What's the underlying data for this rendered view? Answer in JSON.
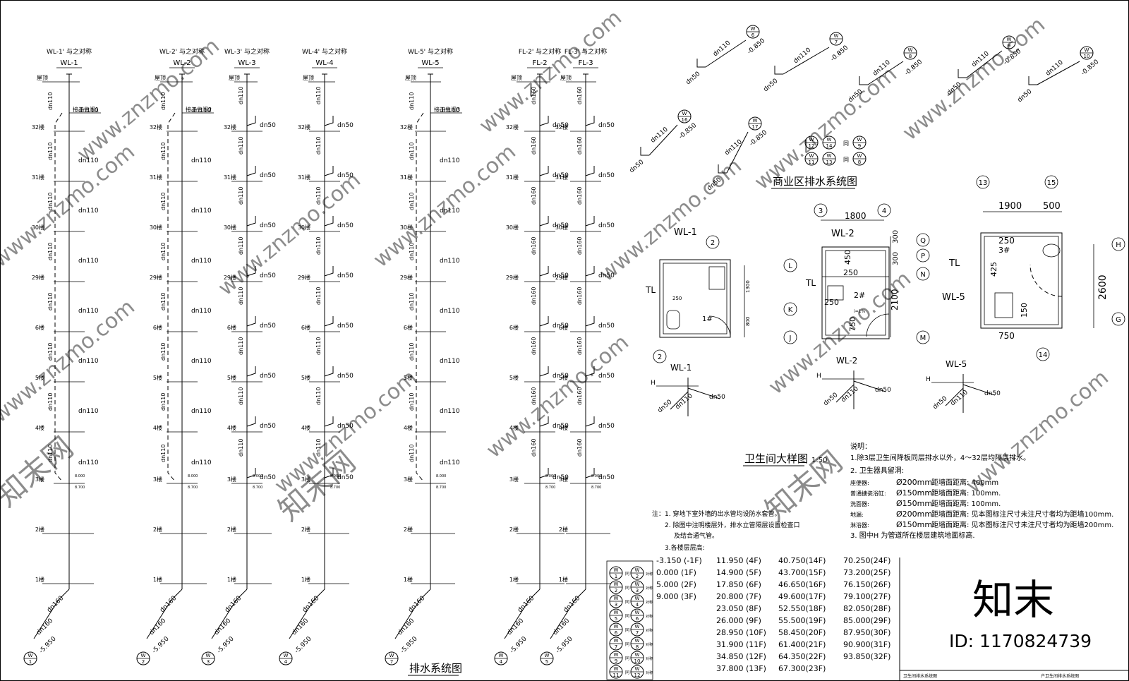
{
  "risers": [
    {
      "top": "WL-1' 与之对称",
      "name": "WL-1",
      "branch": "接卫生间1",
      "pipe": "dn110",
      "wlabel": "W",
      "wnum": "1"
    },
    {
      "top": "WL-2' 与之对称",
      "name": "WL-2",
      "branch": "接卫生间2",
      "pipe": "dn110",
      "wlabel": "W",
      "wnum": "2"
    },
    {
      "top": "WL-3' 与之对称",
      "name": "WL-3",
      "branch": "",
      "pipe": "dn50",
      "wlabel": "W",
      "wnum": "3"
    },
    {
      "top": "WL-4' 与之对称",
      "name": "WL-4",
      "branch": "",
      "pipe": "dn50",
      "wlabel": "W",
      "wnum": "4"
    },
    {
      "top": "WL-5' 与之对称",
      "name": "WL-5",
      "branch": "接卫生间3",
      "pipe": "dn110",
      "wlabel": "W",
      "wnum": "7"
    },
    {
      "top": "FL-2' 与之对称",
      "name": "FL-2",
      "branch": "",
      "pipe": "dn50",
      "wlabel": "W",
      "wnum": "4"
    },
    {
      "top": "FL-3' 与之对称",
      "name": "FL-3",
      "branch": "",
      "pipe": "dn50",
      "wlabel": "W",
      "wnum": "5"
    }
  ],
  "floors": [
    "屋顶",
    "32楼",
    "31楼",
    "30楼",
    "29楼",
    "6楼",
    "5楼",
    "4楼",
    "3楼",
    "2楼",
    "1楼"
  ],
  "labels": {
    "dn110": "dn110",
    "dn160": "dn160",
    "dn50": "dn50",
    "outlet_level": "-5.950",
    "el_8": "8.000",
    "el_87": "8.700",
    "system_title": "排水系统图",
    "commercial_title": "商业区排水系统图",
    "bathroom_title": "卫生间大样图",
    "bathroom_scale": "1:50",
    "neg850": "-0.850"
  },
  "bathroom": {
    "dims": {
      "d1800": "1800",
      "d1900": "1900",
      "d500": "500",
      "d300": "300",
      "d2100": "2100",
      "d1300": "1300",
      "d800": "800",
      "d2600": "2600",
      "d250": "250",
      "d425": "425",
      "d150": "150",
      "d750": "750",
      "d450": "450"
    },
    "axes": [
      "L",
      "K",
      "J",
      "Q",
      "P",
      "N",
      "M",
      "H",
      "G",
      "2",
      "3",
      "4",
      "13",
      "14",
      "15"
    ],
    "rooms": [
      "1#",
      "2#",
      "3#"
    ],
    "wl": [
      "WL-1",
      "WL-2",
      "WL-5"
    ],
    "tl": "TL",
    "h": "H",
    "i": "i=1%"
  },
  "notes_left": {
    "prefix": "注：",
    "n1": "1.  穿地下室外墙的出水管均设防水套管。",
    "n2": "2.  除图中注明楼层外，排水立管隔层设置检查口",
    "n2b": "及结合通气管。",
    "n3": "3.各楼层层高:"
  },
  "elevations": [
    [
      "-3.150 (-1F)",
      "11.950 (4F)",
      "40.750(14F)",
      "70.250(24F)"
    ],
    [
      "0.000  (1F)",
      "14.900 (5F)",
      "43.700(15F)",
      "73.200(25F)"
    ],
    [
      "5.000  (2F)",
      "17.850 (6F)",
      "46.650(16F)",
      "76.150(26F)"
    ],
    [
      "9.000  (3F)",
      "20.800 (7F)",
      "49.600(17F)",
      "79.100(27F)"
    ],
    [
      "",
      "23.050 (8F)",
      "52.550(18F)",
      "82.050(28F)"
    ],
    [
      "",
      "26.000 (9F)",
      "55.500(19F)",
      "85.000(29F)"
    ],
    [
      "",
      "28.950 (10F)",
      "58.450(20F)",
      "87.950(30F)"
    ],
    [
      "",
      "31.900 (11F)",
      "61.400(21F)",
      "90.900(31F)"
    ],
    [
      "",
      "34.850 (12F)",
      "64.350(22F)",
      "93.850(32F)"
    ],
    [
      "",
      "37.800 (13F)",
      "67.300(23F)",
      ""
    ]
  ],
  "notes_right": {
    "title": "说明：",
    "r1": "1.除3层卫生间降板同层排水以外，4～32层均隔层排水。",
    "r2": "2. 卫生器具留洞:",
    "items": [
      [
        "座便器:",
        "Ø200mm",
        "距墙面距离: 400mm"
      ],
      [
        "普通搪瓷浴缸:",
        "Ø150mm",
        "距墙面距离: 100mm."
      ],
      [
        "洗面器:",
        "Ø150mm",
        "距墙面距离: 100mm."
      ],
      [
        "地漏:",
        "Ø200mm",
        "距墙面距离: 见本图标注尺寸未注尺寸者均为距墙100mm."
      ],
      [
        "淋浴器:",
        "Ø150mm",
        "距墙面距离: 见本图标注尺寸未注尺寸者均为距墙200mm."
      ]
    ],
    "r3": "3. 图中H 为管道所在楼层建筑地面标高."
  },
  "legend": {
    "same": "同",
    "mirror": "对称",
    "pairs": [
      [
        "1",
        "2"
      ],
      [
        "2",
        "3"
      ],
      [
        "3",
        "4"
      ],
      [
        "5",
        "6"
      ],
      [
        "6",
        "7"
      ],
      [
        "7",
        "8"
      ],
      [
        "9",
        "10"
      ],
      [
        "11",
        "12"
      ]
    ]
  },
  "commercial": {
    "tags": [
      "6",
      "7",
      "8",
      "9",
      "10",
      "16",
      "17",
      "12",
      "14",
      "11",
      "13",
      "15"
    ],
    "same": "同"
  },
  "watermark": {
    "site": "www.znzmo.com",
    "brand": "知末网",
    "logo": "知末",
    "id": "ID: 1170824739"
  },
  "titleblock": {
    "t1": "卫生间排水系统图",
    "t2": "户卫生间排水系统图"
  }
}
